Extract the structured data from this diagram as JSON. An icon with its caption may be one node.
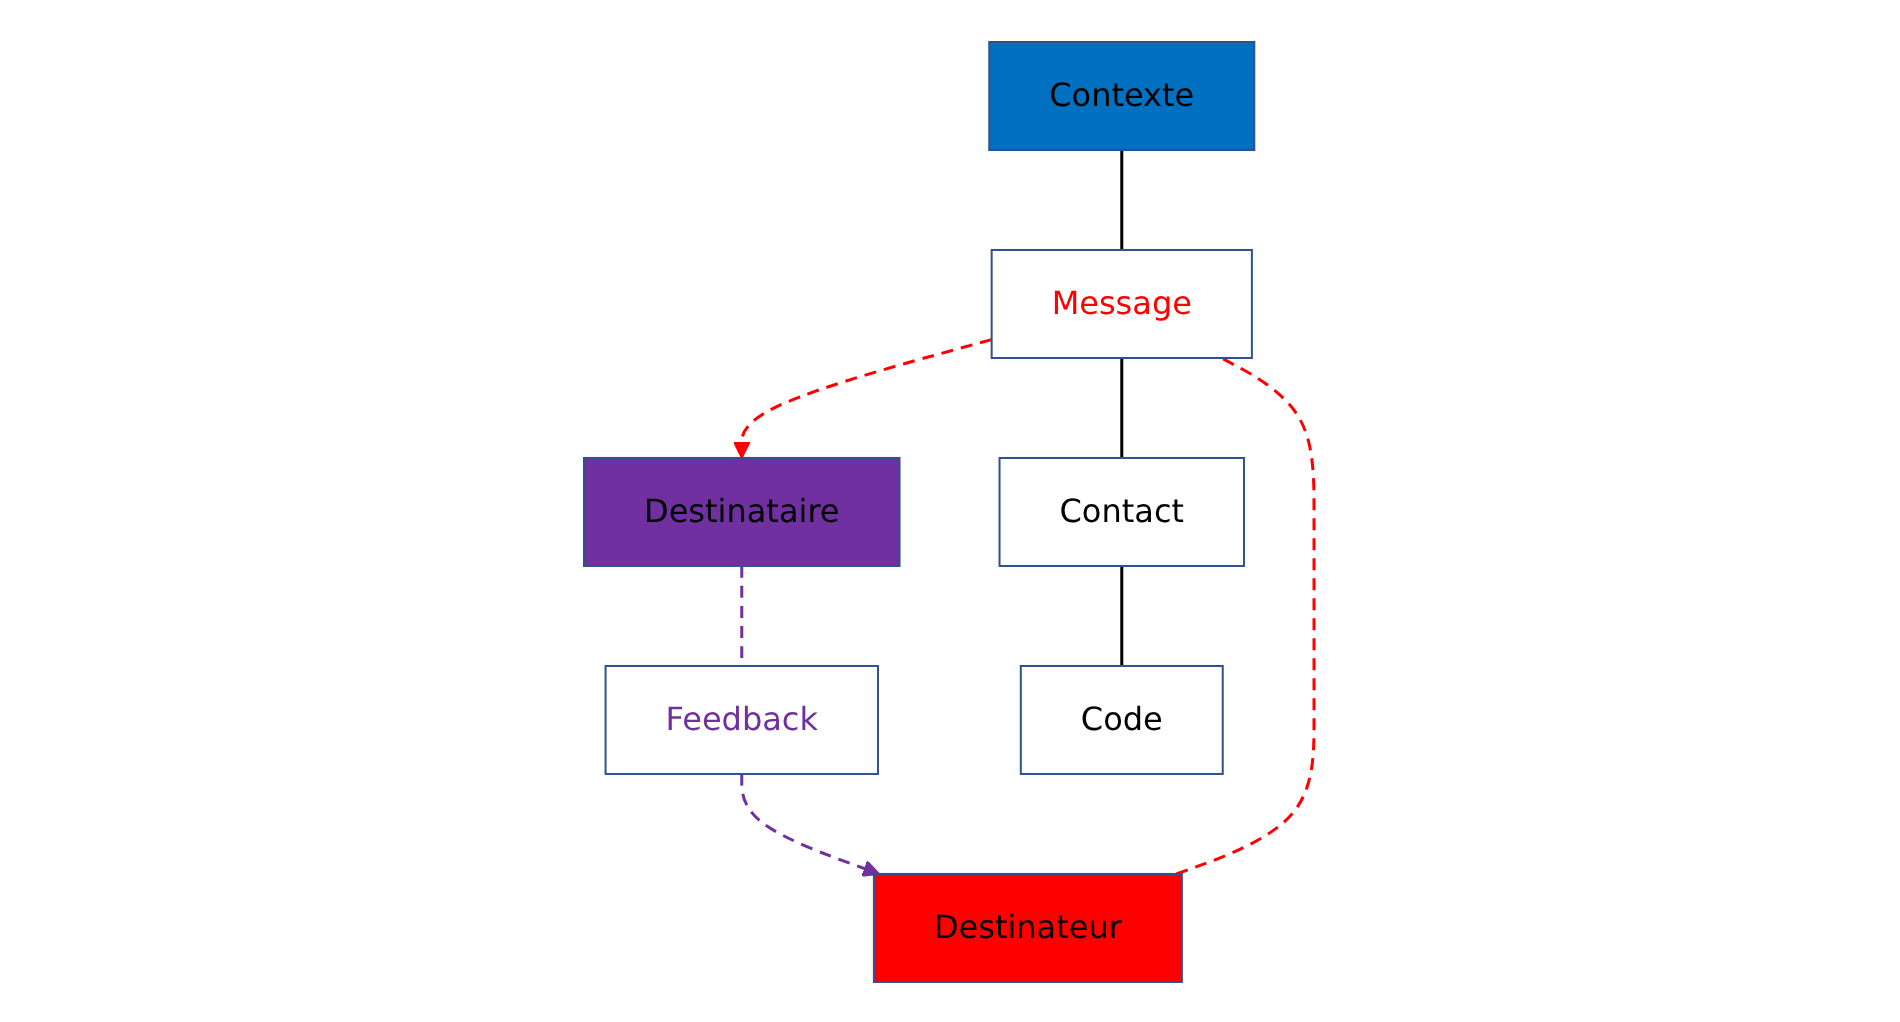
{
  "diagram": {
    "nodes": [
      {
        "text": [
          "Contexte"
        ]
      },
      {
        "text": [
          "Destinateur"
        ]
      },
      {
        "text": [
          "Message"
        ]
      },
      {
        "text": [
          "Destinataire"
        ]
      },
      {
        "text": [
          "Feedback"
        ]
      },
      {
        "text": [
          "Contact"
        ]
      },
      {
        "text": [
          "Code"
        ]
      }
    ],
    "edges": [
      {
        "from": 0,
        "to": 2,
        "arrow": "none"
      },
      {
        "from": 1,
        "to": 2,
        "arrow": "none",
        "style": "dashed",
        "color": "#ff0000"
      },
      {
        "from": 2,
        "to": 3,
        "arrow": "to",
        "style": "dashed",
        "color": "#ff0000"
      },
      {
        "from": 3,
        "to": 4,
        "arrow": "none",
        "style": "dashed",
        "color": "#7030a0"
      },
      {
        "from": 4,
        "to": 1,
        "arrow": "to",
        "style": "dashed",
        "color": "#7030a0"
      },
      {
        "from": 2,
        "to": 5,
        "arrow": "none"
      },
      {
        "from": 5,
        "to": 6,
        "arrow": "none"
      }
    ]
  }
}
